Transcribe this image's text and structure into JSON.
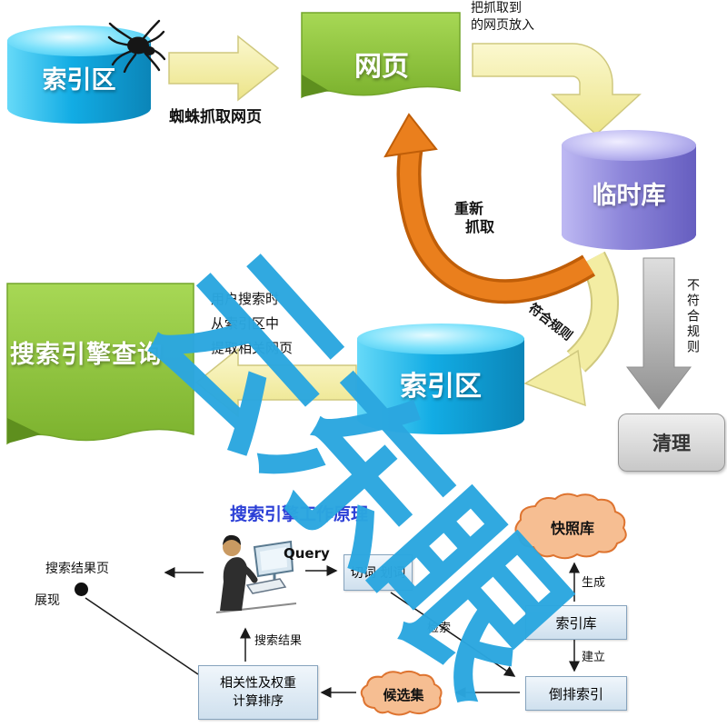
{
  "colors": {
    "cylinder_blue": "#12ACE4",
    "cylinder_purple": "#8D86DA",
    "doc_green": "#8CC63F",
    "arrow_yellow": "#F3EDA3",
    "arrow_orange": "#EA7F1D",
    "arrow_gray": "#B8B8B8",
    "watermark_blue": "#2BA7E0",
    "box_blue_bg": "#DCE9F5",
    "cloud_orange": "#F6BE92",
    "title_blue": "#2B3FD6"
  },
  "top_flow": {
    "index_db_1": "索引区",
    "crawl_caption": "蜘蛛抓取网页",
    "webpage": "网页",
    "top_note": {
      "line1": "把抓取到",
      "line2": "的网页放入"
    },
    "temp_db": "临时库",
    "recrawl": {
      "line1": "重新",
      "line2": "抓取"
    },
    "match_rule": "符合规则",
    "no_match_rule": "不符合规则",
    "index_db_2": "索引区",
    "query_doc": "搜索引擎查询",
    "mid_note": {
      "line1": "用户搜索时",
      "line2": "从索引区中",
      "line3": "提取相关网页"
    },
    "cleanup": "清理"
  },
  "bottom_flow": {
    "title": "搜索引擎工作原理",
    "query": "Query",
    "segmentation": "切词 划词",
    "snapshot": "快照库",
    "index_lib": "索引库",
    "inverted_index": "倒排索引",
    "candidate_set": "候选集",
    "ranking": {
      "line1": "相关性及权重",
      "line2": "计算排序"
    },
    "result_label": "搜索结果",
    "generate": "生成",
    "build": "建立",
    "retrieve": "检索",
    "left_note": {
      "line1": "搜索结果页",
      "line2": "展现"
    }
  },
  "watermark": {
    "text": "云东眼"
  }
}
